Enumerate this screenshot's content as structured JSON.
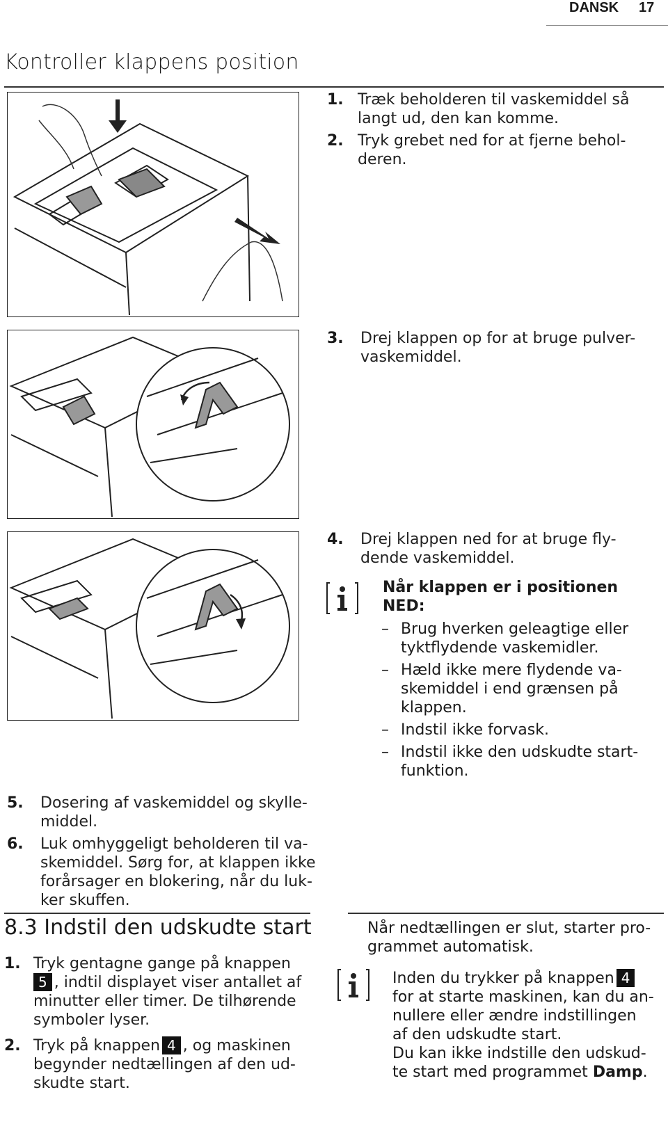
{
  "header": {
    "language": "DANSK",
    "page_number": "17"
  },
  "title": "Kontroller klappens position",
  "steps_top": [
    {
      "num": "1.",
      "lines": [
        "Træk beholderen til vaskemiddel så",
        "langt ud, den kan komme."
      ]
    },
    {
      "num": "2.",
      "lines": [
        "Tryk grebet ned for at fjerne behol-",
        "deren."
      ]
    },
    {
      "num": "3.",
      "lines": [
        "Drej klappen op for at bruge pulver-",
        "vaskemiddel."
      ]
    },
    {
      "num": "4.",
      "lines": [
        "Drej klappen ned for at bruge fly-",
        "dende vaskemiddel."
      ]
    }
  ],
  "note_down": {
    "title_lines": [
      "Når klappen er i positionen",
      "NED:"
    ],
    "bullets": [
      {
        "lines": [
          "Brug hverken geleagtige eller",
          "tyktflydende vaskemidler."
        ]
      },
      {
        "lines": [
          "Hæld ikke mere flydende va-",
          "skemiddel i end grænsen på",
          "klappen."
        ]
      },
      {
        "lines": [
          "Indstil ikke forvask."
        ]
      },
      {
        "lines": [
          "Indstil ikke den udskudte start-",
          "funktion."
        ]
      }
    ]
  },
  "steps_bottom": [
    {
      "num": "5.",
      "lines": [
        "Dosering af vaskemiddel og skylle-",
        "middel."
      ]
    },
    {
      "num": "6.",
      "lines": [
        "Luk omhyggeligt beholderen til va-",
        "skemiddel. Sørg for, at klappen ikke",
        "forårsager en blokering, når du luk-",
        "ker skuffen."
      ]
    }
  ],
  "section_83": {
    "heading": "8.3 Indstil den udskudte start",
    "step1": {
      "num": "1.",
      "line1": "Tryk gentagne gange på knappen",
      "key": "5",
      "line2": ", indtil displayet viser antallet af",
      "line3": "minutter eller timer. De tilhørende",
      "line4": "symboler lyser."
    },
    "step2": {
      "num": "2.",
      "pre": "Tryk på knappen",
      "key": "4",
      "post": ", og maskinen",
      "line2": "begynder nedtællingen af den ud-",
      "line3": "skudte start."
    },
    "right_text_lines": [
      "Når nedtællingen er slut, starter pro-",
      "grammet automatisk."
    ],
    "info": {
      "pre": "Inden du trykker på knappen",
      "key": "4",
      "line2": "for at starte maskinen, kan du an-",
      "line3": "nullere eller ændre indstillingen",
      "line4": "af den udskudte start.",
      "line5": "Du kan ikke indstille den udskud-",
      "line6_pre": "te start med programmet",
      "line6_bold": "Damp",
      "line6_post": "."
    }
  }
}
